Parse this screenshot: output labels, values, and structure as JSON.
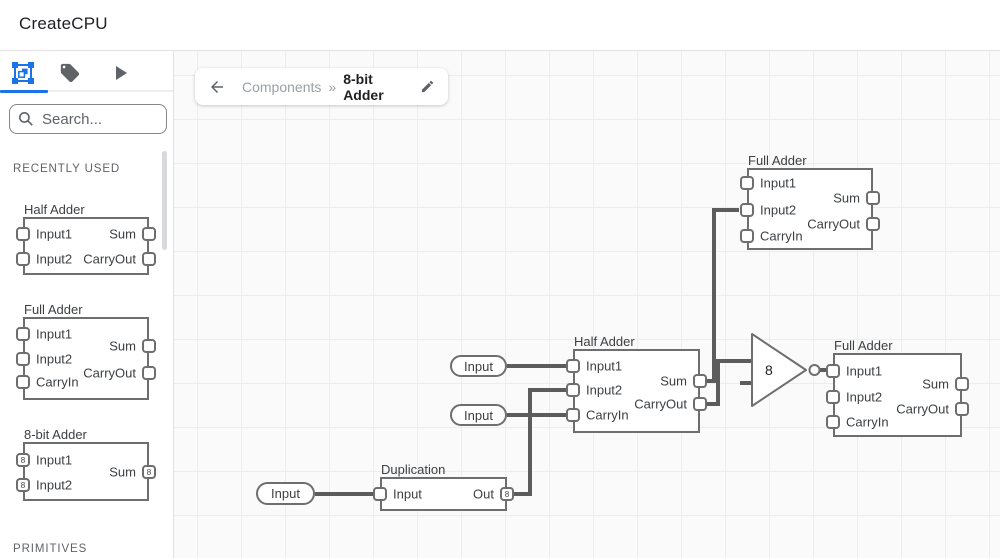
{
  "header": {
    "title": "CreateCPU"
  },
  "sidebar": {
    "tabs": [
      {
        "icon": "component-select-icon",
        "selected": true
      },
      {
        "icon": "tag-icon",
        "selected": false
      },
      {
        "icon": "play-icon",
        "selected": false
      }
    ],
    "search_placeholder": "Search...",
    "recently_used_label": "RECENTLY USED",
    "primitives_label": "PRIMITIVES",
    "recent_items": [
      {
        "title": "Half Adder",
        "left_ports": [
          {
            "label": "Input1"
          },
          {
            "label": "Input2"
          }
        ],
        "right_ports": [
          {
            "label": "Sum"
          },
          {
            "label": "CarryOut"
          }
        ]
      },
      {
        "title": "Full Adder",
        "left_ports": [
          {
            "label": "Input1"
          },
          {
            "label": "Input2"
          },
          {
            "label": "CarryIn"
          }
        ],
        "right_ports": [
          {
            "label": "Sum"
          },
          {
            "label": "CarryOut"
          }
        ]
      },
      {
        "title": "8-bit Adder",
        "left_ports": [
          {
            "label": "Input1",
            "badge": "8"
          },
          {
            "label": "Input2",
            "badge": "8"
          }
        ],
        "right_ports": [
          {
            "label": "Sum",
            "badge": "8"
          }
        ]
      }
    ]
  },
  "breadcrumb": {
    "parent": "Components",
    "separator": "»",
    "current": "8-bit Adder"
  },
  "canvas": {
    "input_pills": [
      {
        "label": "Input"
      },
      {
        "label": "Input"
      },
      {
        "label": "Input"
      }
    ],
    "not_gate": {
      "label": "8"
    },
    "nodes": [
      {
        "title": "Full Adder",
        "left_ports": [
          {
            "label": "Input1"
          },
          {
            "label": "Input2"
          },
          {
            "label": "CarryIn"
          }
        ],
        "right_ports": [
          {
            "label": "Sum"
          },
          {
            "label": "CarryOut"
          }
        ]
      },
      {
        "title": "Half Adder",
        "left_ports": [
          {
            "label": "Input1"
          },
          {
            "label": "Input2"
          },
          {
            "label": "CarryIn"
          }
        ],
        "right_ports": [
          {
            "label": "Sum"
          },
          {
            "label": "CarryOut"
          }
        ]
      },
      {
        "title": "Full Adder",
        "left_ports": [
          {
            "label": "Input1"
          },
          {
            "label": "Input2"
          },
          {
            "label": "CarryIn"
          }
        ],
        "right_ports": [
          {
            "label": "Sum"
          },
          {
            "label": "CarryOut"
          }
        ]
      },
      {
        "title": "Duplication",
        "left_ports": [
          {
            "label": "Input"
          }
        ],
        "right_ports": [
          {
            "label": "Out",
            "badge": "8"
          }
        ]
      }
    ]
  },
  "colors": {
    "accent": "#1a73e8",
    "wire": "#5c5c5c",
    "node_border": "#6e6e6e",
    "canvas_bg": "#fafafa",
    "grid_line": "#ededed"
  }
}
